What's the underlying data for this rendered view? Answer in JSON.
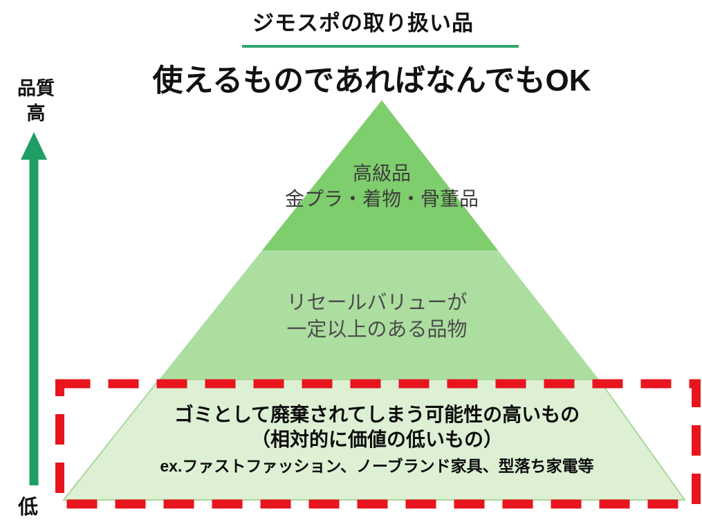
{
  "slide": {
    "title": "ジモスポの取り扱い品",
    "subtitle": "使えるものであればなんでもOK"
  },
  "quality_axis": {
    "label": "品質",
    "high": "高",
    "low": "低"
  },
  "pyramid": {
    "tiers": [
      {
        "level": "top",
        "color": "#7FCE6D",
        "lines": [
          "高級品",
          "金プラ・着物・骨董品"
        ]
      },
      {
        "level": "middle",
        "color": "#ACDEA0",
        "lines": [
          "リセールバリューが",
          "一定以上のある品物"
        ]
      },
      {
        "level": "bottom",
        "color": "#DDF0D4",
        "lines": [
          "ゴミとして廃棄されてしまう可能性の高いもの",
          "（相対的に価値の低いもの）",
          "ex.ファストファッション、ノーブランド家具、型落ち家電等"
        ]
      }
    ],
    "outline_color": "#A9D89B"
  },
  "colors": {
    "underline_green": "#2EA66C",
    "arrow_green": "#1F9E63",
    "highlight_red": "#E8141E"
  }
}
